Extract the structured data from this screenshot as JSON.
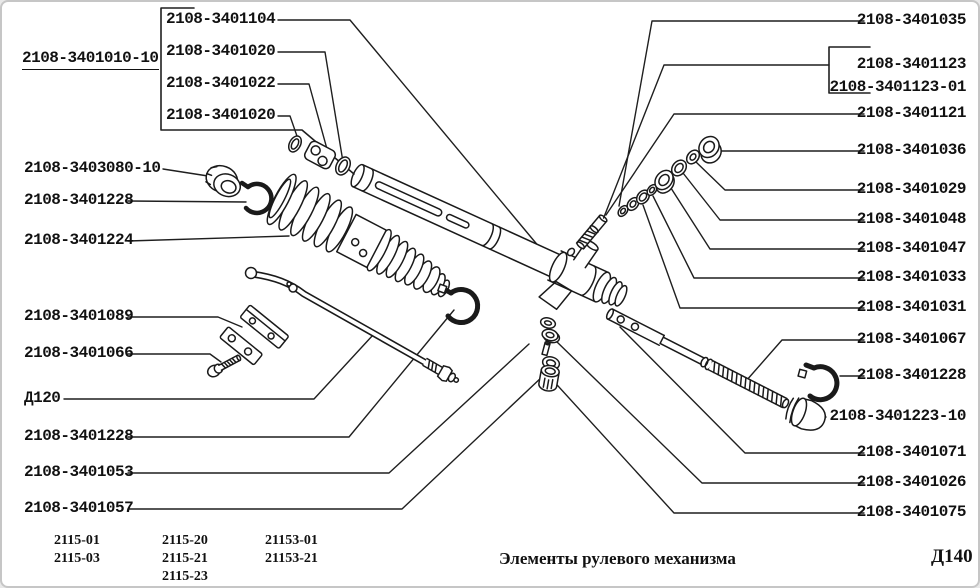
{
  "page": {
    "caption": "Элементы рулевого механизма",
    "sheet_code": "Д140"
  },
  "labels": {
    "main_assembly": "2108-3401010-10",
    "top_group": [
      "2108-3401104",
      "2108-3401020",
      "2108-3401022",
      "2108-3401020"
    ],
    "left": [
      "2108-3403080-10",
      "2108-3401228",
      "2108-3401224",
      "2108-3401089",
      "2108-3401066",
      "Д120",
      "2108-3401228",
      "2108-3401053",
      "2108-3401057"
    ],
    "right": [
      "2108-3401035",
      "2108-3401123",
      "2108-3401123-01",
      "2108-3401121",
      "2108-3401036",
      "2108-3401029",
      "2108-3401048",
      "2108-3401047",
      "2108-3401033",
      "2108-3401031",
      "2108-3401067",
      "2108-3401228",
      "2108-3401223-10",
      "2108-3401071",
      "2108-3401026",
      "2108-3401075"
    ]
  },
  "footer": {
    "models": [
      [
        "2115-01",
        "2115-03"
      ],
      [
        "2115-20",
        "2115-21",
        "2115-23"
      ],
      [
        "21153-01",
        "21153-21"
      ]
    ]
  }
}
